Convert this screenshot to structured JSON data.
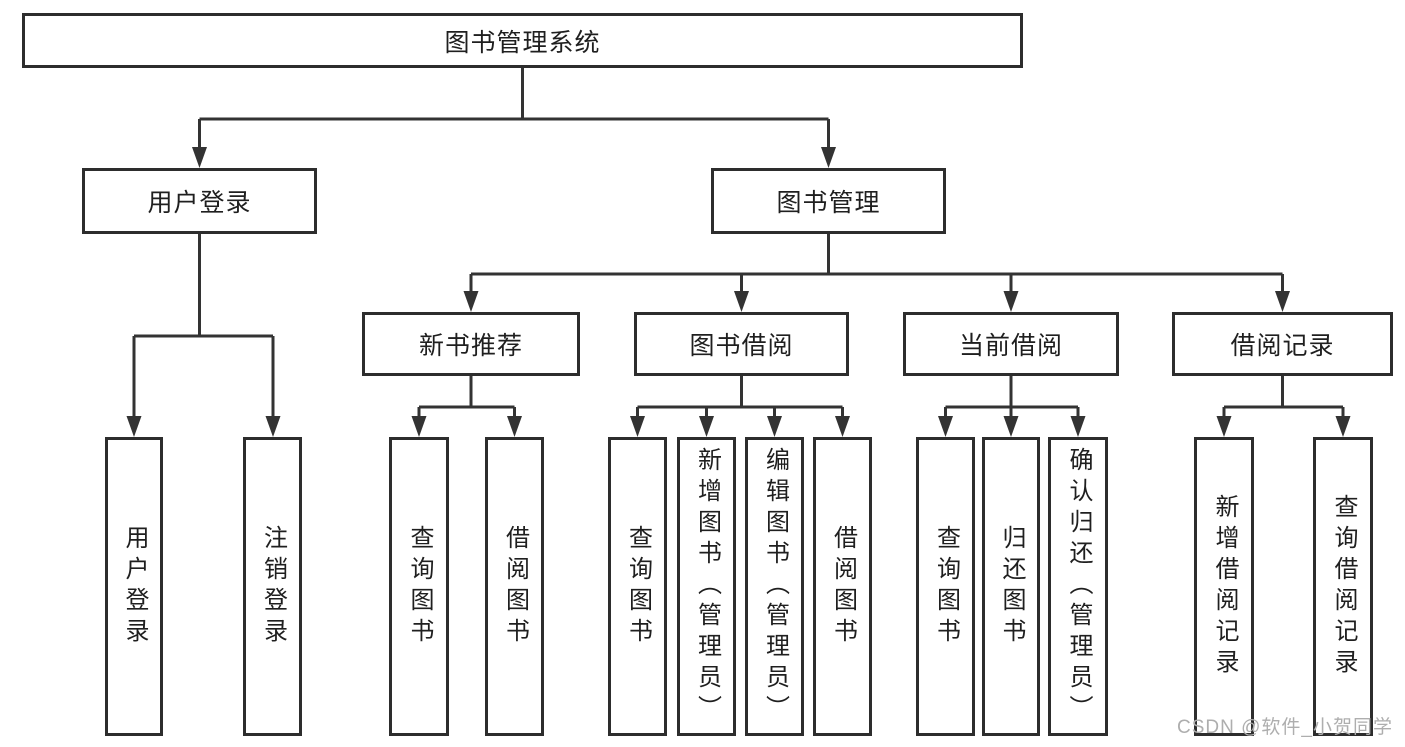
{
  "diagram_type": "tree",
  "tree": {
    "root": "图书管理系统",
    "children": [
      {
        "label": "用户登录",
        "children": [
          "用户登录",
          "注销登录"
        ]
      },
      {
        "label": "图书管理",
        "children": [
          {
            "label": "新书推荐",
            "children": [
              "查询图书",
              "借阅图书"
            ]
          },
          {
            "label": "图书借阅",
            "children": [
              "查询图书",
              "新增图书（管理员）",
              "编辑图书（管理员）",
              "借阅图书"
            ]
          },
          {
            "label": "当前借阅",
            "children": [
              "查询图书",
              "归还图书",
              "确认归还（管理员）"
            ]
          },
          {
            "label": "借阅记录",
            "children": [
              "新增借阅记录",
              "查询借阅记录"
            ]
          }
        ]
      }
    ]
  },
  "watermark": {
    "text": "CSDN @软件_小贺同学"
  },
  "colors": {
    "line": "#333333",
    "box_border": "#2d2d2d",
    "text": "#1f1f1f",
    "background": "#ffffff",
    "watermark": "#aeaeae"
  }
}
